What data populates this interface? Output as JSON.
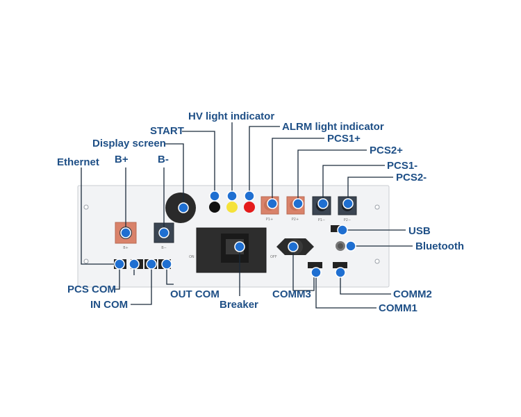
{
  "labels": {
    "hv_light_indicator": "HV light indicator",
    "start": "START",
    "alrm_light_indicator": "ALRM light indicator",
    "pcs1_plus": "PCS1+",
    "display_screen": "Display screen",
    "pcs2_plus": "PCS2+",
    "ethernet": "Ethernet",
    "b_plus": "B+",
    "b_minus": "B-",
    "pcs1_minus": "PCS1-",
    "pcs2_minus": "PCS2-",
    "usb": "USB",
    "bluetooth": "Bluetooth",
    "pcs_com": "PCS COM",
    "in_com": "IN COM",
    "out_com": "OUT COM",
    "breaker": "Breaker",
    "comm3": "COMM3",
    "comm2": "COMM2",
    "comm1": "COMM1"
  },
  "panel_text": {
    "b_plus": "B+",
    "b_minus": "B−",
    "p1_plus": "P1+",
    "p2_plus": "P2+",
    "p1_minus": "P1−",
    "p2_minus": "P2−",
    "on": "ON",
    "off": "OFF"
  },
  "colors": {
    "label": "#1e4f86",
    "marker": "#1f6fd1",
    "leader": "#1a2a3a",
    "panel": "#f2f3f5",
    "copper": "#d9826a",
    "dark_terminal": "#3b4552",
    "indicator_black": "#111111",
    "indicator_yellow": "#f5e23a",
    "indicator_red": "#e41b1b"
  },
  "icons": {
    "markers": "blue-circle-dot",
    "start_knob": "round-black-knob"
  }
}
